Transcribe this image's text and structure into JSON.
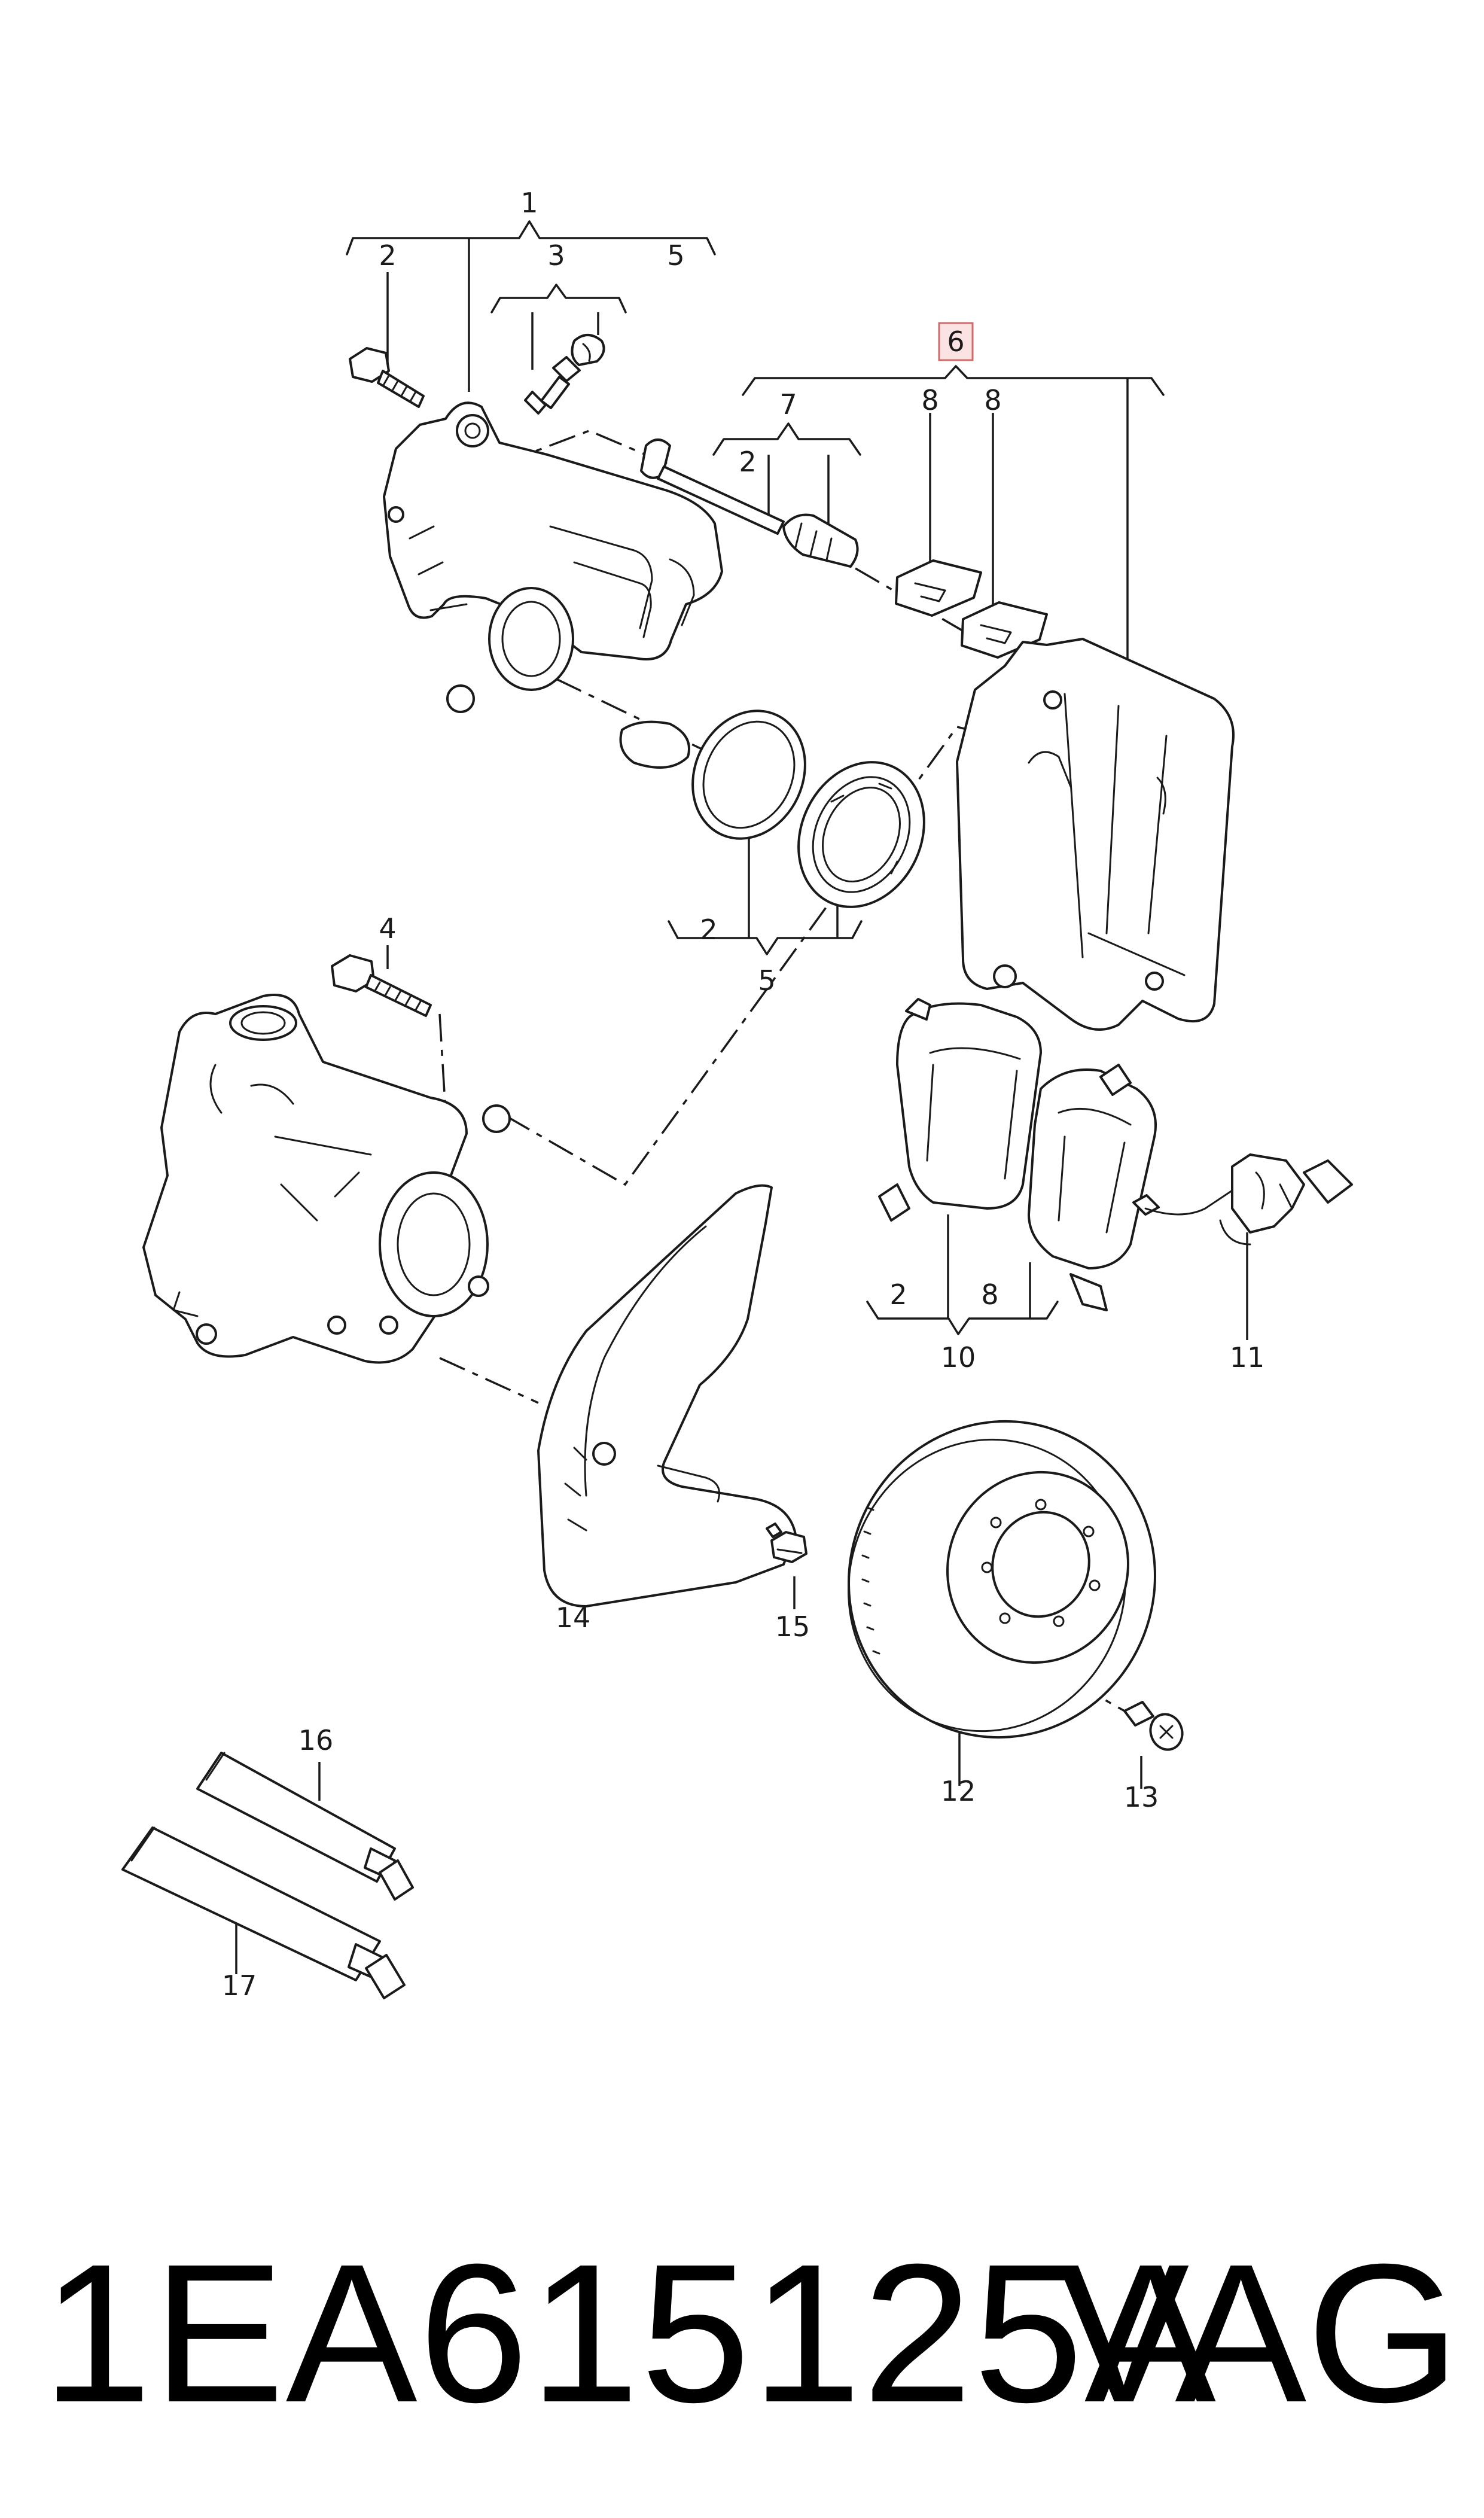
{
  "callouts": {
    "c1": "1",
    "c2a": "2",
    "c3": "3",
    "c5a": "5",
    "c6": "6",
    "c7": "7",
    "c2b": "2",
    "c8a": "8",
    "c8b": "8",
    "c2c": "2",
    "c5b": "5",
    "c4": "4",
    "c2d": "2",
    "c8c": "8",
    "c10": "10",
    "c11": "11",
    "c14": "14",
    "c15": "15",
    "c12": "12",
    "c13": "13",
    "c16": "16",
    "c17": "17"
  },
  "highlight": {
    "callout": "6",
    "fill": "#fbe3e3",
    "stroke": "#d06b6b"
  },
  "footer": {
    "part_number": "1EA615125A",
    "brand": "VAG"
  }
}
